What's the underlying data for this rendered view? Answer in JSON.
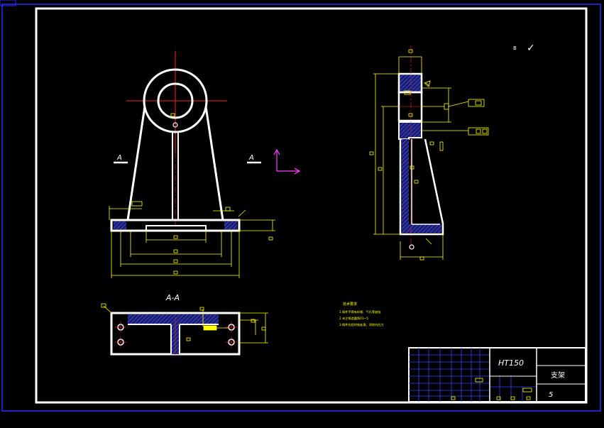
{
  "section_labels": {
    "cut_left": "A",
    "cut_right": "A",
    "section_title": "A-A"
  },
  "surface_finish": {
    "symbol": "B",
    "mark": "✓"
  },
  "material": "HT150",
  "part_name": "支架",
  "sheet_number": "5",
  "tech_requirements": {
    "title": "技术要求",
    "items": [
      "1.铸件不得有砂眼、气孔等缺陷",
      "2.未注铸造圆角R3~5",
      "3.铸件应经时效处理，消除内应力"
    ]
  },
  "colors": {
    "background": "#000000",
    "frame": "#ffffff",
    "outer_border": "#2a2aff",
    "centerline": "#ff2020",
    "dimension": "#ffff00",
    "hatch": "#3040ff",
    "axis": "#ff40ff"
  }
}
